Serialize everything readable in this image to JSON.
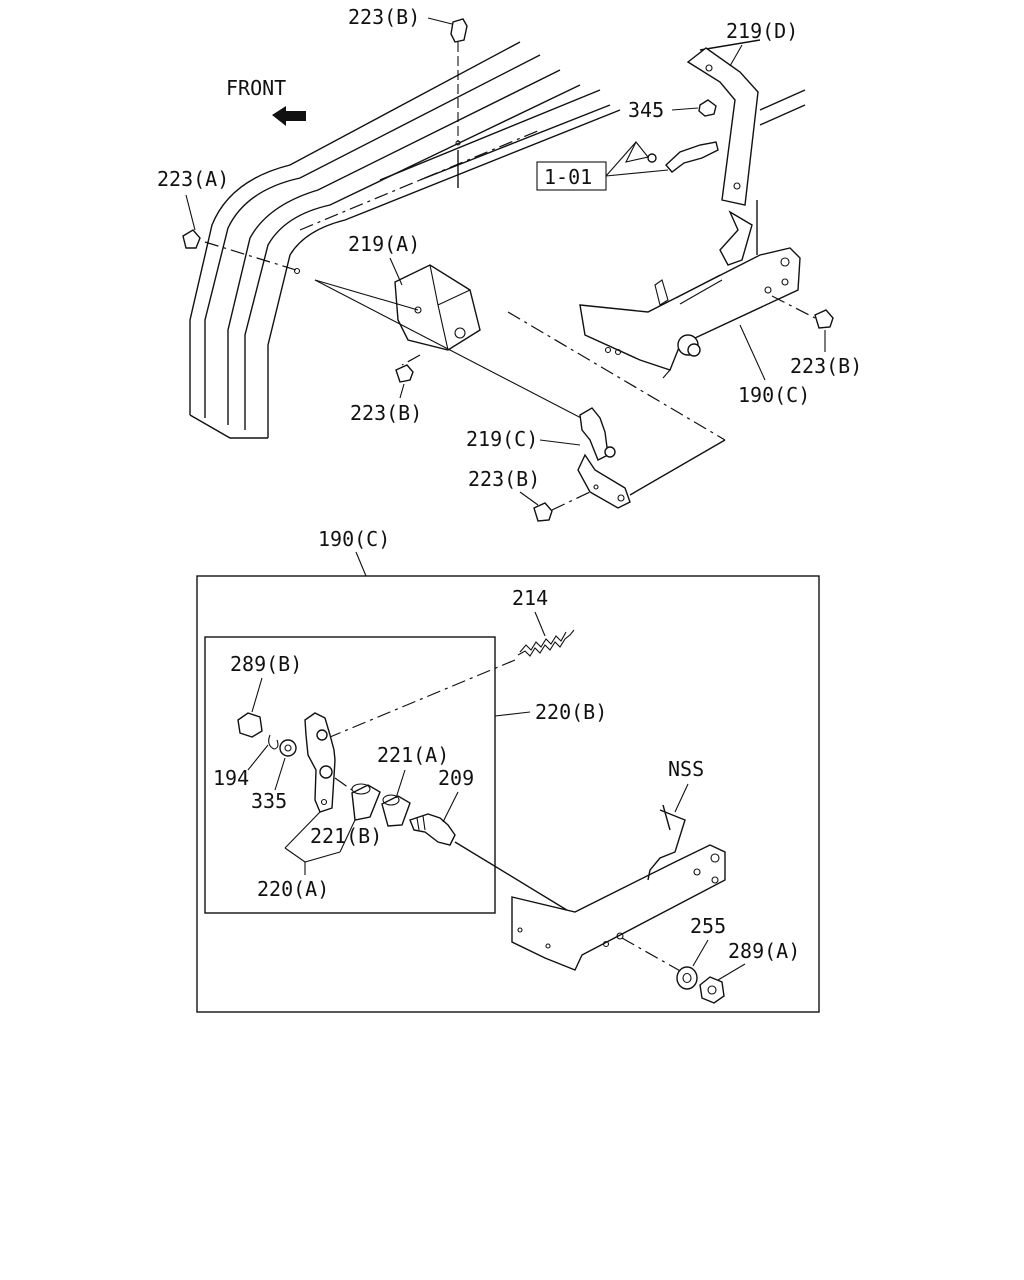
{
  "labels": {
    "front": "FRONT",
    "l_223b_top": "223(B)",
    "l_219d": "219(D)",
    "l_345": "345",
    "l_101": "1-01",
    "l_223a": "223(A)",
    "l_219a": "219(A)",
    "l_223b_mid": "223(B)",
    "l_223b_right": "223(B)",
    "l_190c_right": "190(C)",
    "l_219c": "219(C)",
    "l_223b_low": "223(B)",
    "l_190c_box": "190(C)",
    "l_214": "214",
    "l_289b": "289(B)",
    "l_220b": "220(B)",
    "l_221a": "221(A)",
    "l_209": "209",
    "l_194": "194",
    "l_335": "335",
    "l_221b": "221(B)",
    "l_220a": "220(A)",
    "l_nss": "NSS",
    "l_255": "255",
    "l_289a": "289(A)"
  }
}
